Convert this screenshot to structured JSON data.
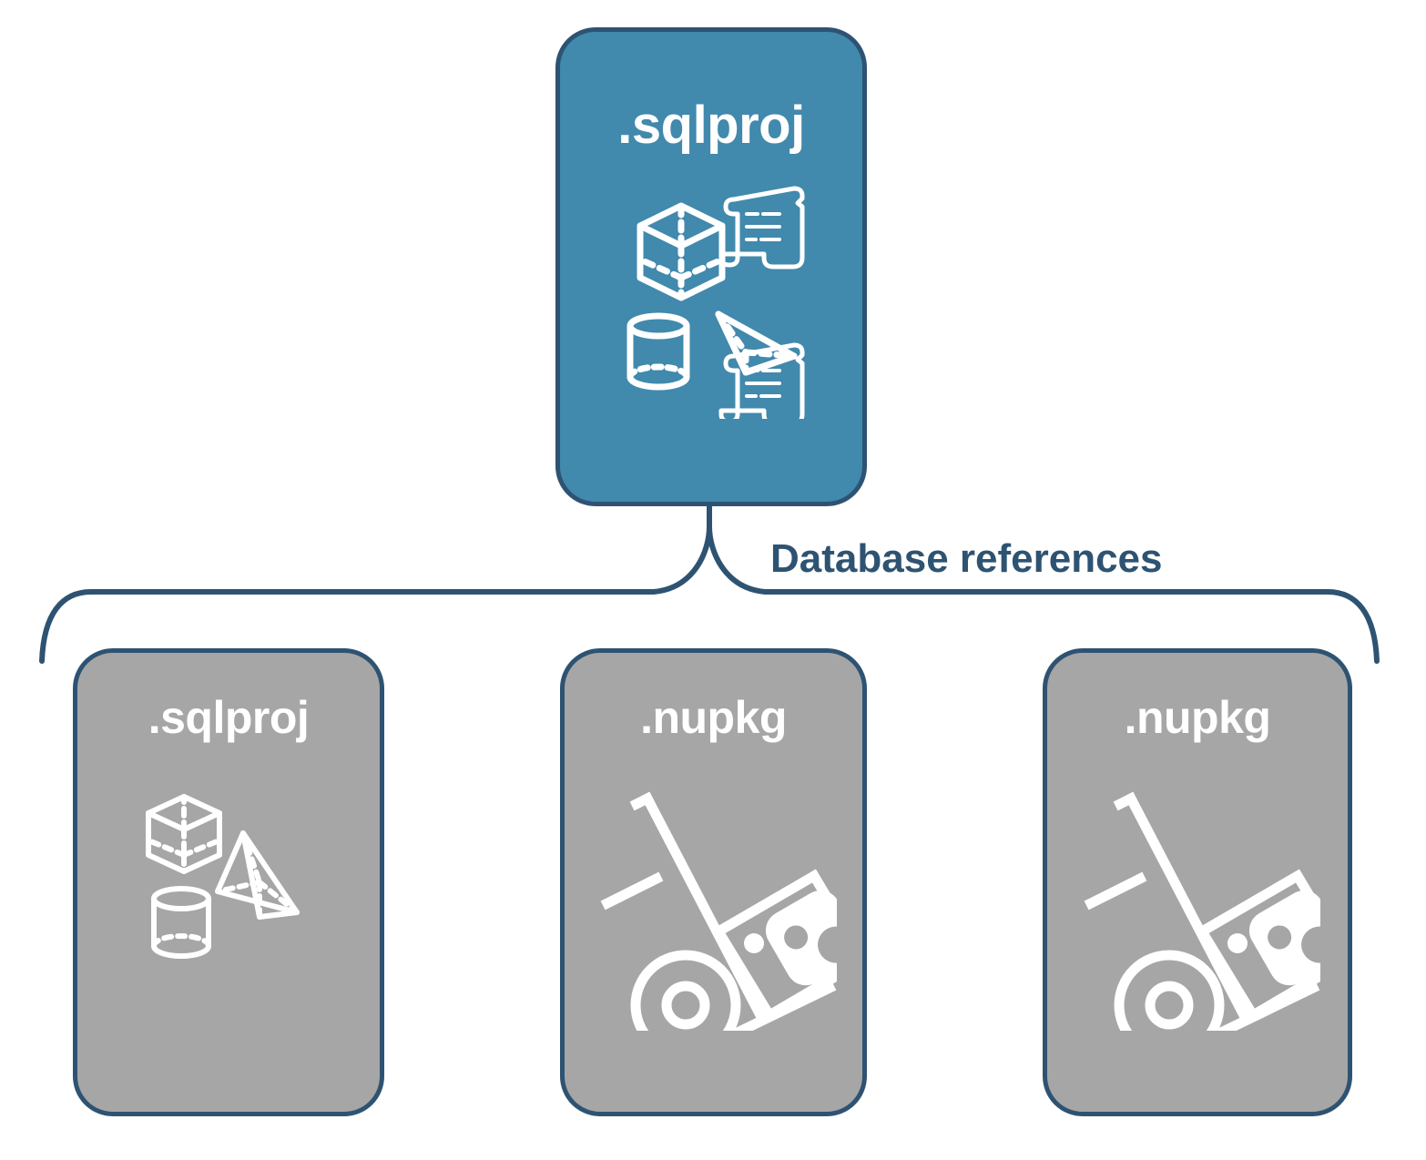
{
  "diagram": {
    "title_top": ".sqlproj",
    "edge_label": "Database references",
    "colors": {
      "blue_fill": "#4189AD",
      "gray_fill": "#A6A6A6",
      "outline": "#2E5372",
      "label_text": "#2E5372",
      "icon": "#FFFFFF",
      "background": "#FFFFFF"
    },
    "top_node": {
      "label": ".sqlproj",
      "fill": "#4189AD",
      "icons": [
        "cube-icon",
        "scroll-icon",
        "pyramid-icon",
        "cylinder-icon",
        "scroll-icon"
      ]
    },
    "reference_nodes": [
      {
        "label": ".sqlproj",
        "fill": "#A6A6A6",
        "icons": [
          "cube-icon",
          "pyramid-icon",
          "cylinder-icon"
        ]
      },
      {
        "label": ".nupkg",
        "fill": "#A6A6A6",
        "icons": [
          "hand-truck-package-icon"
        ]
      },
      {
        "label": ".nupkg",
        "fill": "#A6A6A6",
        "icons": [
          "hand-truck-package-icon"
        ]
      }
    ]
  }
}
